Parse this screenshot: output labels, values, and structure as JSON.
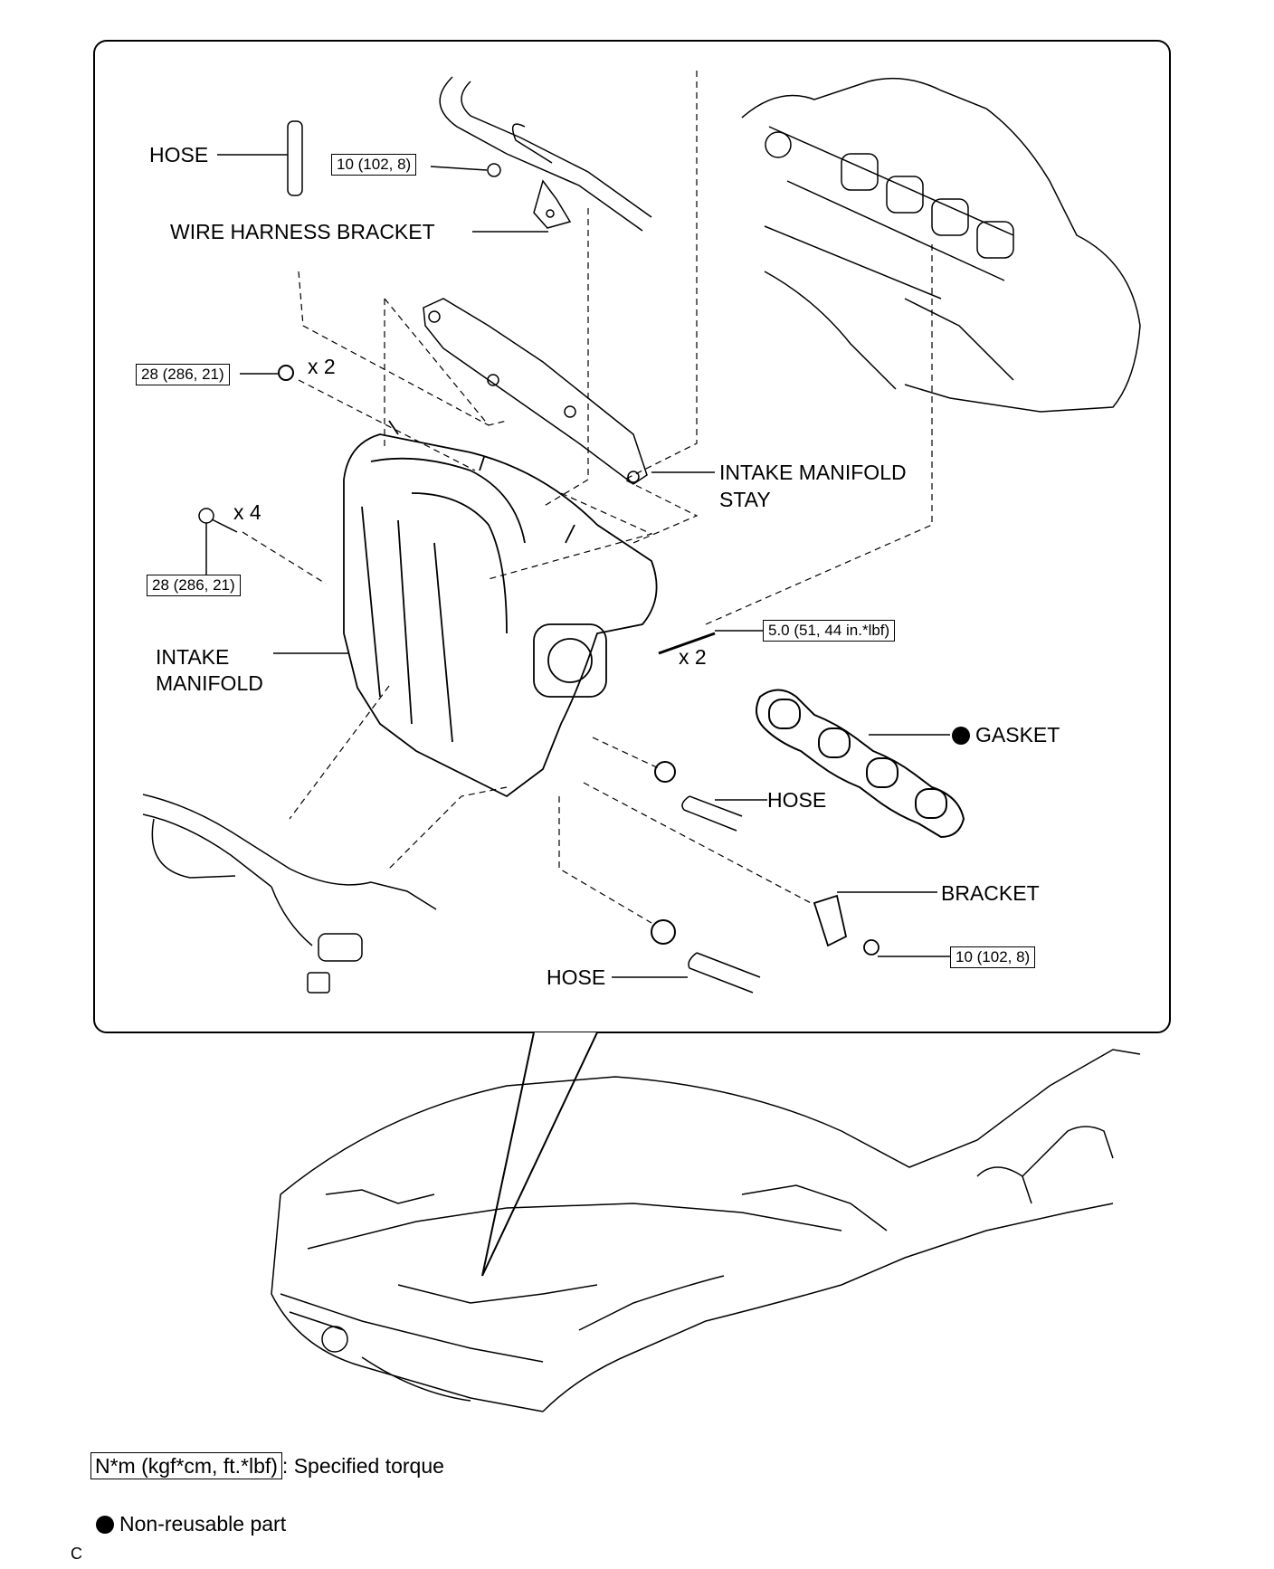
{
  "labels": {
    "hose_top": "HOSE",
    "wire_harness_bracket": "WIRE HARNESS BRACKET",
    "intake_manifold_stay_1": "INTAKE MANIFOLD",
    "intake_manifold_stay_2": "STAY",
    "intake_manifold_1": "INTAKE",
    "intake_manifold_2": "MANIFOLD",
    "gasket": "GASKET",
    "hose_mid": "HOSE",
    "bracket": "BRACKET",
    "hose_bottom": "HOSE",
    "qty_x2_nut": "x 2",
    "qty_x4_bolt": "x 4",
    "qty_x2_stud": "x 2"
  },
  "torques": {
    "wire_bracket_bolt": "10 (102, 8)",
    "stay_nut": "28 (286, 21)",
    "manifold_bolt": "28 (286, 21)",
    "stud": "5.0 (51, 44 in.*lbf)",
    "bracket_bolt": "10 (102, 8)"
  },
  "legend": {
    "torque_unit": "N*m (kgf*cm, ft.*lbf)",
    "torque_text": ": Specified torque",
    "nonreusable_text": "Non-reusable part"
  },
  "corner_code": "C"
}
